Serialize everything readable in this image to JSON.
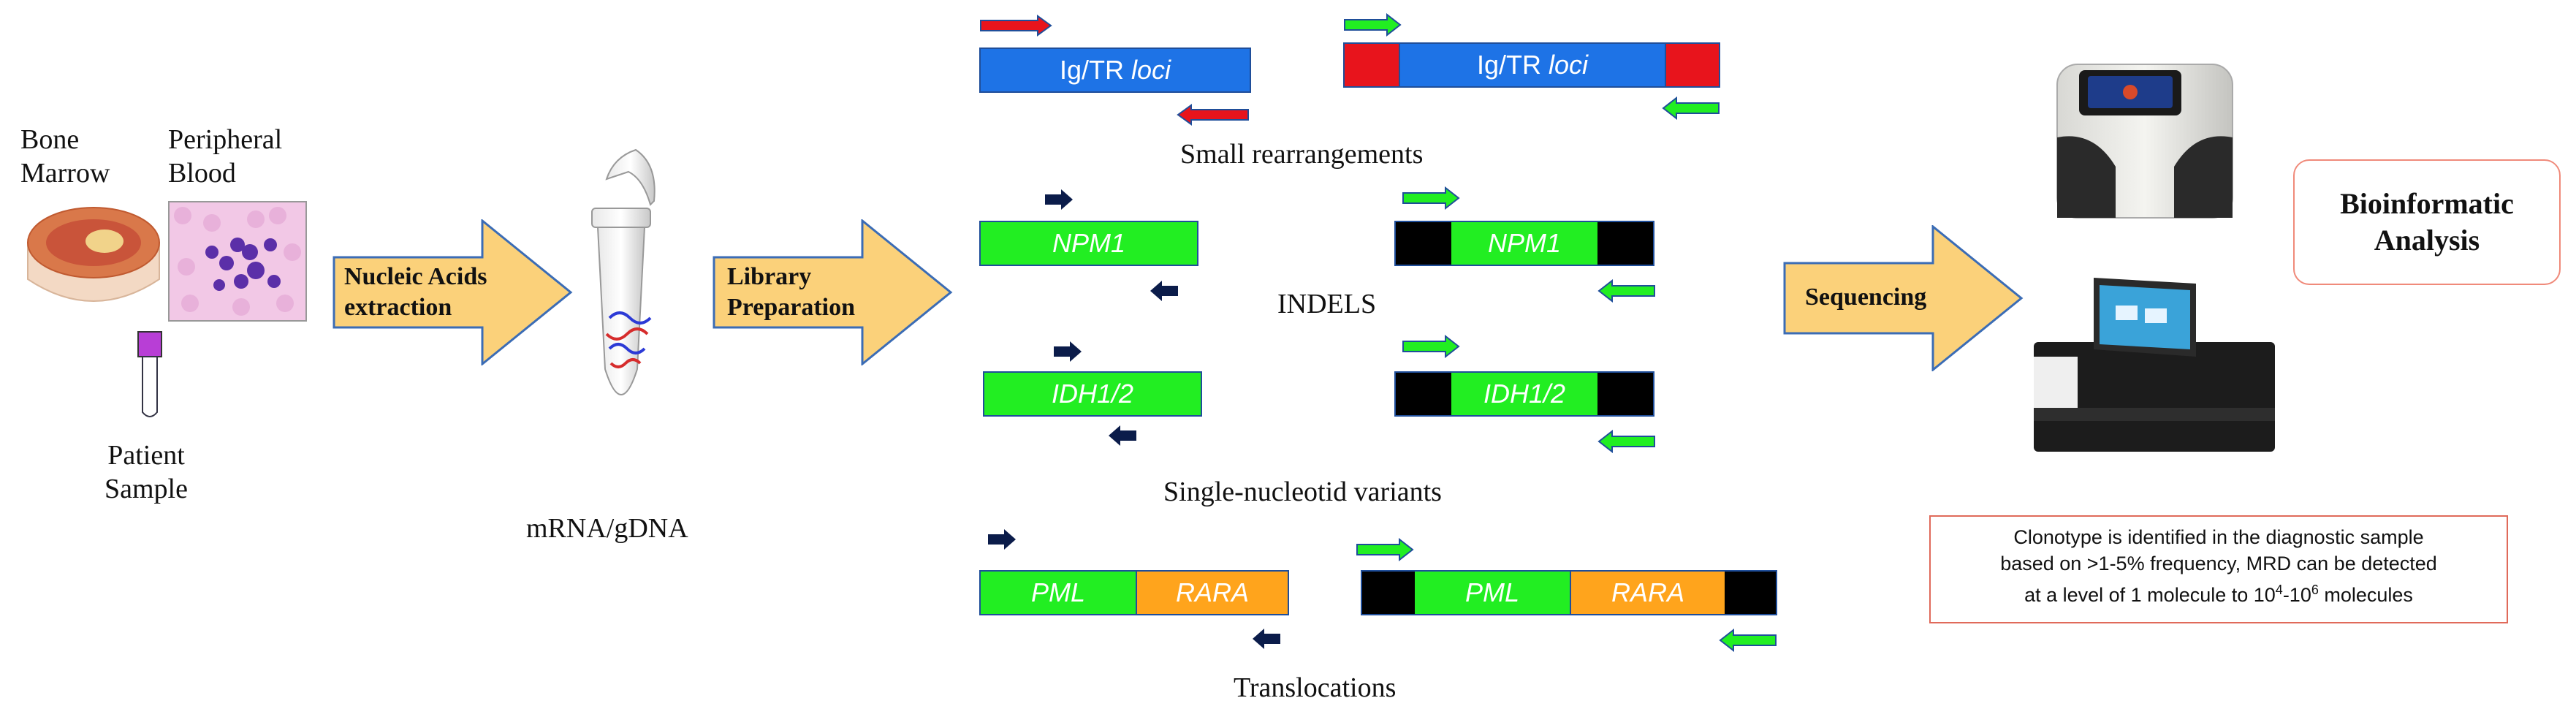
{
  "sample": {
    "bone_marrow_line1": "Bone",
    "bone_marrow_line2": "Marrow",
    "peripheral_line1": "Peripheral",
    "peripheral_line2": "Blood",
    "patient_line1": "Patient",
    "patient_line2": "Sample"
  },
  "steps": {
    "extraction_line1": "Nucleic Acids",
    "extraction_line2": "extraction",
    "library_line1": "Library",
    "library_line2": "Preparation",
    "sequencing": "Sequencing",
    "tube_caption": "mRNA/gDNA"
  },
  "rearrangements": {
    "locus_prefix": "Ig/TR ",
    "locus_italic": "loci",
    "caption": "Small rearrangements"
  },
  "indels": {
    "gene": "NPM1",
    "caption": "INDELS"
  },
  "snv": {
    "gene": "IDH1/2",
    "caption": "Single-nucleotid variants"
  },
  "translocations": {
    "gene_a": "PML",
    "gene_b": "RARA",
    "caption": "Translocations"
  },
  "bioinformatic": {
    "line1": "Bioinformatic",
    "line2": "Analysis"
  },
  "note": {
    "line1": "Clonotype is identified in the diagnostic sample",
    "line2": "based on >1-5% frequency, MRD can be detected",
    "line3_a": "at a level of 1 molecule to 10",
    "sup1": "4",
    "line3_b": "-10",
    "sup2": "6",
    "line3_c": " molecules"
  },
  "colors": {
    "arrow_fill": "#fbd17a",
    "arrow_stroke": "#3b6cb5",
    "primer_red": "#e8141c",
    "primer_green": "#22ee22",
    "primer_navy": "#0b1c4a",
    "locus_blue": "#1e73e6",
    "gene_green": "#22ee22",
    "gene_orange": "#ffa41c"
  }
}
